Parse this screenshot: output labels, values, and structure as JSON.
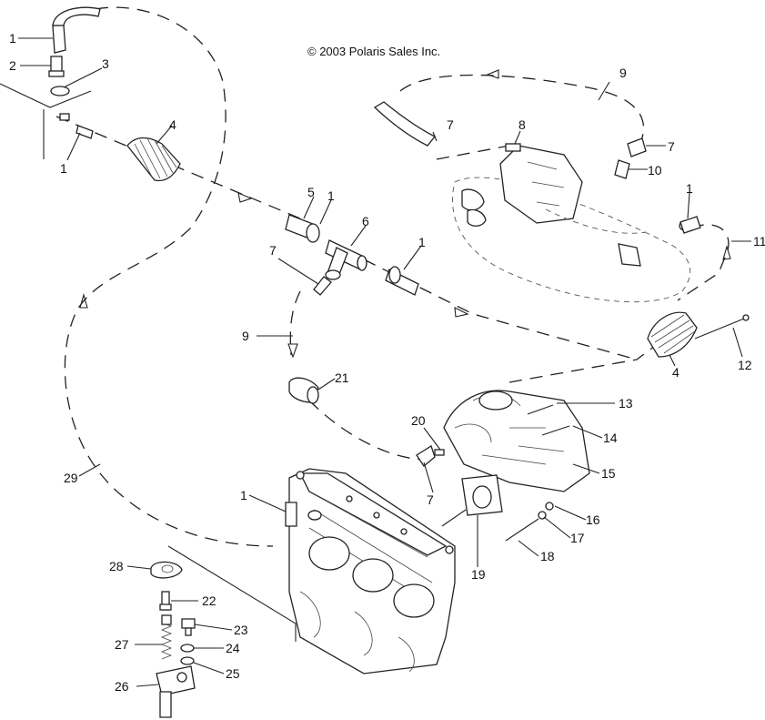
{
  "copyright": "© 2003 Polaris Sales Inc.",
  "callouts": [
    {
      "id": "c1a",
      "text": "1"
    },
    {
      "id": "c2",
      "text": "2"
    },
    {
      "id": "c3",
      "text": "3"
    },
    {
      "id": "c4a",
      "text": "4"
    },
    {
      "id": "c1b",
      "text": "1"
    },
    {
      "id": "c5",
      "text": "5"
    },
    {
      "id": "c1c",
      "text": "1"
    },
    {
      "id": "c6",
      "text": "6"
    },
    {
      "id": "c7a",
      "text": "7"
    },
    {
      "id": "c1d",
      "text": "1"
    },
    {
      "id": "c9a",
      "text": "9"
    },
    {
      "id": "c21",
      "text": "21"
    },
    {
      "id": "c9b",
      "text": "9"
    },
    {
      "id": "c7b",
      "text": "7"
    },
    {
      "id": "c8",
      "text": "8"
    },
    {
      "id": "c7c",
      "text": "7"
    },
    {
      "id": "c10",
      "text": "10"
    },
    {
      "id": "c1e",
      "text": "1"
    },
    {
      "id": "c11",
      "text": "11"
    },
    {
      "id": "c4b",
      "text": "4"
    },
    {
      "id": "c12",
      "text": "12"
    },
    {
      "id": "c13",
      "text": "13"
    },
    {
      "id": "c14",
      "text": "14"
    },
    {
      "id": "c15",
      "text": "15"
    },
    {
      "id": "c20",
      "text": "20"
    },
    {
      "id": "c7d",
      "text": "7"
    },
    {
      "id": "c16",
      "text": "16"
    },
    {
      "id": "c17",
      "text": "17"
    },
    {
      "id": "c18",
      "text": "18"
    },
    {
      "id": "c19",
      "text": "19"
    },
    {
      "id": "c29",
      "text": "29"
    },
    {
      "id": "c1f",
      "text": "1"
    },
    {
      "id": "c28",
      "text": "28"
    },
    {
      "id": "c22",
      "text": "22"
    },
    {
      "id": "c23",
      "text": "23"
    },
    {
      "id": "c27",
      "text": "27"
    },
    {
      "id": "c24",
      "text": "24"
    },
    {
      "id": "c25",
      "text": "25"
    },
    {
      "id": "c26",
      "text": "26"
    }
  ]
}
